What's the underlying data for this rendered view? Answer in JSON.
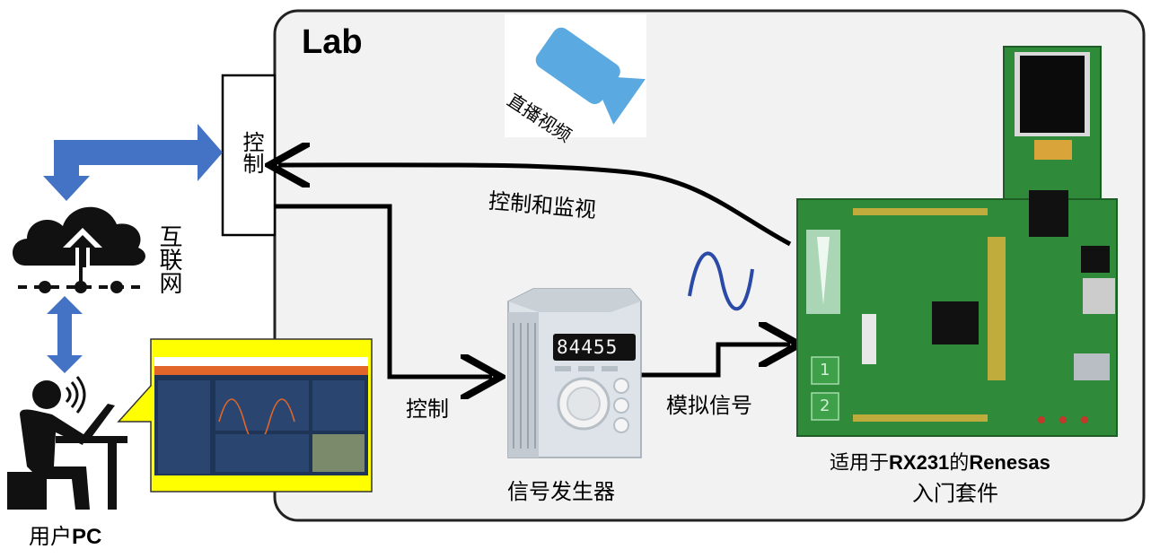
{
  "lab": {
    "title": "Lab"
  },
  "control_box": {
    "label": "控制"
  },
  "internet": {
    "label": "互联网"
  },
  "camera": {
    "label": "直播视频"
  },
  "arrows": {
    "control_monitor": "控制和监视",
    "control_to_generator": "控制",
    "analog_signal": "模拟信号"
  },
  "generator": {
    "label": "信号发生器",
    "display": "84455"
  },
  "board": {
    "label_line1_prefix": "适用于",
    "label_line1_bold": "RX231",
    "label_line1_mid": "的",
    "label_line1_bold2": "Renesas",
    "label_line2": "入门套件",
    "pad_1": "1",
    "pad_2": "2"
  },
  "user": {
    "label_prefix": "用户",
    "label_bold": "PC"
  },
  "colors": {
    "arrow_blue": "#4472c4",
    "lab_fill": "#f2f2f2",
    "board_green": "#2f8a3a",
    "camera_blue": "#5aa9e0",
    "callout_yellow": "#ffff00"
  }
}
